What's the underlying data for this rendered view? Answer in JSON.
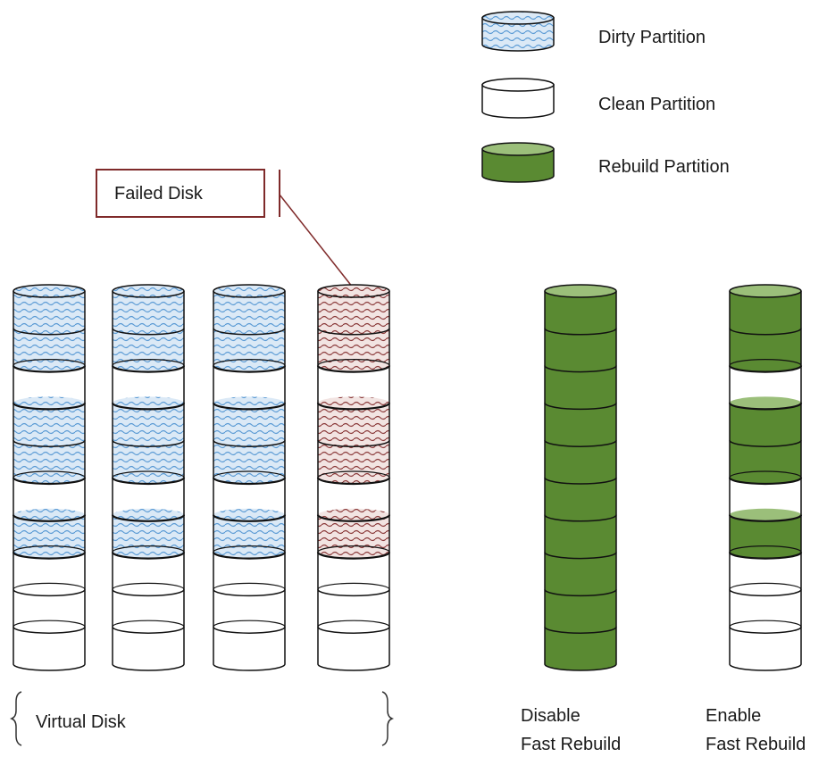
{
  "legend": {
    "dirty_label": "Dirty Partition",
    "clean_label": "Clean Partition",
    "rebuild_label": "Rebuild Partition"
  },
  "callout": {
    "failed_disk_label": "Failed Disk"
  },
  "groups": {
    "virtual_disk_label": "Virtual Disk",
    "disable_line1": "Disable",
    "disable_line2": "Fast Rebuild",
    "enable_line1": "Enable",
    "enable_line2": "Fast Rebuild"
  },
  "disks": [
    {
      "pattern": "dirty",
      "slots": [
        "D",
        "D",
        "C",
        "D",
        "D",
        "C",
        "D",
        "C",
        "C",
        "C"
      ]
    },
    {
      "pattern": "dirty",
      "slots": [
        "D",
        "D",
        "C",
        "D",
        "D",
        "C",
        "D",
        "C",
        "C",
        "C"
      ]
    },
    {
      "pattern": "dirty",
      "slots": [
        "D",
        "D",
        "C",
        "D",
        "D",
        "C",
        "D",
        "C",
        "C",
        "C"
      ]
    },
    {
      "pattern": "failed",
      "slots": [
        "D",
        "D",
        "C",
        "D",
        "D",
        "C",
        "D",
        "C",
        "C",
        "C"
      ]
    },
    {
      "pattern": "rebuild",
      "slots": [
        "R",
        "R",
        "R",
        "R",
        "R",
        "R",
        "R",
        "R",
        "R",
        "R"
      ]
    },
    {
      "pattern": "rebuild",
      "slots": [
        "R",
        "R",
        "C",
        "R",
        "R",
        "C",
        "R",
        "C",
        "C",
        "C"
      ]
    }
  ],
  "colors": {
    "dirty_fill": "#dbe9f6",
    "dirty_wave": "#5b9bd5",
    "failed_fill": "#f2e4e2",
    "failed_wave": "#8b3a3a",
    "rebuild_fill": "#5a8a32",
    "rebuild_top": "#9bbf7a",
    "outline": "#111111",
    "callout": "#7f2a2a"
  }
}
